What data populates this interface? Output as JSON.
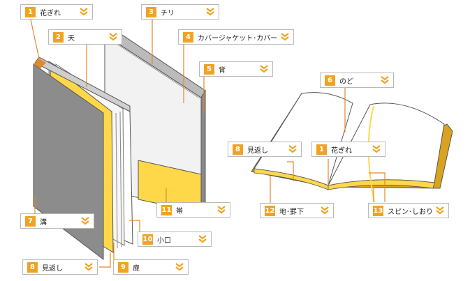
{
  "labels": [
    {
      "id": "1a",
      "num": "1",
      "text": "花ぎれ"
    },
    {
      "id": "2",
      "num": "2",
      "text": "天"
    },
    {
      "id": "3",
      "num": "3",
      "text": "チリ"
    },
    {
      "id": "4",
      "num": "4",
      "text": "カバージャケット･カバー"
    },
    {
      "id": "5",
      "num": "5",
      "text": "背"
    },
    {
      "id": "6",
      "num": "6",
      "text": "のど"
    },
    {
      "id": "8a",
      "num": "8",
      "text": "見返し"
    },
    {
      "id": "1b",
      "num": "1",
      "text": "花ぎれ"
    },
    {
      "id": "7",
      "num": "7",
      "text": "溝"
    },
    {
      "id": "11",
      "num": "11",
      "text": "帯"
    },
    {
      "id": "12",
      "num": "12",
      "text": "地･罫下"
    },
    {
      "id": "13",
      "num": "13",
      "text": "スピン･しおり"
    },
    {
      "id": "10",
      "num": "10",
      "text": "小口"
    },
    {
      "id": "8b",
      "num": "8",
      "text": "見返し"
    },
    {
      "id": "9",
      "num": "9",
      "text": "扉"
    }
  ],
  "colors": {
    "accent": "#f0a323",
    "leader": "#e0892d",
    "cover_dark": "#8c8c8c",
    "book_light": "#e6e6e6",
    "endpaper_yellow": "#ffd84a",
    "open_cover": "#d9a31f"
  },
  "icons": {
    "chevron": "double-chevron-down-icon"
  }
}
